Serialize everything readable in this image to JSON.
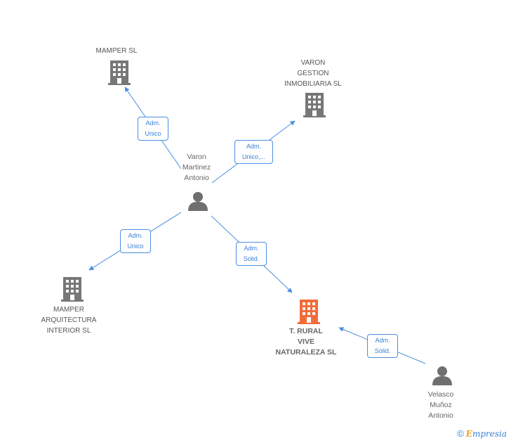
{
  "nodes": {
    "mamper_sl": {
      "lines": [
        "MAMPER SL"
      ]
    },
    "varon_gestion": {
      "lines": [
        "VARON",
        "GESTION",
        "INMOBILIARIA SL"
      ]
    },
    "varon_martinez": {
      "lines": [
        "Varon",
        "Martinez",
        "Antonio"
      ]
    },
    "mamper_arquitectura": {
      "lines": [
        "MAMPER",
        "ARQUITECTURA",
        "INTERIOR SL"
      ]
    },
    "t_rural": {
      "lines": [
        "T. RURAL",
        "VIVE",
        "NATURALEZA SL"
      ]
    },
    "velasco": {
      "lines": [
        "Velasco",
        "Muñoz",
        "Antonio"
      ]
    }
  },
  "edges": {
    "e1": {
      "lines": [
        "Adm.",
        "Unico"
      ]
    },
    "e2": {
      "lines": [
        "Adm.",
        "Unico,..."
      ]
    },
    "e3": {
      "lines": [
        "Adm.",
        "Unico"
      ]
    },
    "e4": {
      "lines": [
        "Adm.",
        "Solid."
      ]
    },
    "e5": {
      "lines": [
        "Adm.",
        "Solid."
      ]
    }
  },
  "icons": {
    "company": "building-icon",
    "person": "person-icon",
    "company_color": "#777777",
    "main_company_color": "#f26c3a",
    "person_color": "#6f6f6f",
    "edge_color": "#4a8fe0"
  },
  "footer": {
    "copyright": "©",
    "brand_initial": "E",
    "brand_rest": "mpresia"
  }
}
